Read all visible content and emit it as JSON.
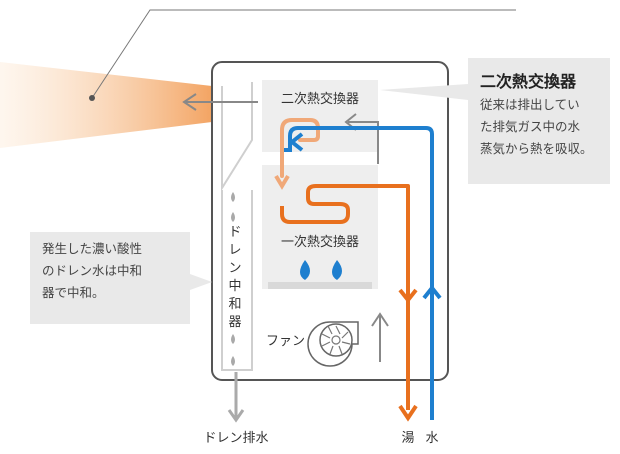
{
  "secondary_exchanger_label": "二次熱交換器",
  "primary_exchanger_label": "一次熱交換器",
  "fan_label": "ファン",
  "drain_neutralizer_chars": [
    "ド",
    "レ",
    "ン",
    "中",
    "和",
    "器"
  ],
  "drain_outlet_label": "ドレン排水",
  "hot_water_label": "湯",
  "water_label": "水",
  "callout_secondary": {
    "title": "二次熱交換器",
    "lines": [
      "従来は排出してい",
      "た排気ガス中の水",
      "蒸気から熱を吸収。"
    ]
  },
  "callout_drain": {
    "lines": [
      "発生した濃い酸性",
      "のドレン水は中和",
      "器で中和。"
    ]
  },
  "colors": {
    "hot": "#e8701e",
    "warm": "#f0a878",
    "cold": "#1e7fcf",
    "exhaust_gradient_start": "#f3a463",
    "housing": "#555555",
    "panel": "#eeeeee",
    "arrow_gray": "#888888"
  }
}
